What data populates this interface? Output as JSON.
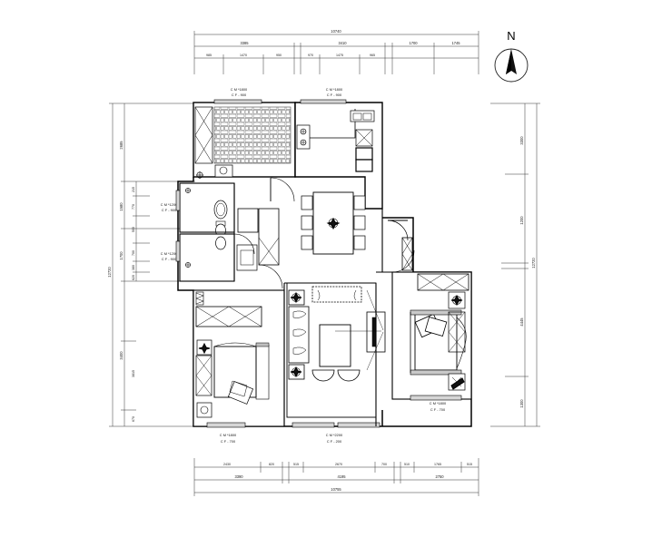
{
  "drawing": {
    "type": "architectural-floor-plan",
    "background": "#ffffff",
    "line_color": "#000000",
    "north_label": "N"
  },
  "dimensions": {
    "top": {
      "overall": "10740",
      "row2": [
        "3385",
        "3410",
        "1700",
        "1745"
      ],
      "row3": [
        "985",
        "1470",
        "950",
        "970",
        "1475",
        "965"
      ]
    },
    "bottom": {
      "overall": "10755",
      "row2": [
        "3390",
        "4195",
        "2750"
      ],
      "row3": [
        "2430",
        "820",
        "515",
        "2670",
        "700",
        "510",
        "1765",
        "515"
      ]
    },
    "left": {
      "overall": "12720",
      "segments": [
        "2685",
        "1580",
        "1700",
        "3400"
      ],
      "sub": [
        "215",
        "770",
        "500",
        "700",
        "380",
        "620",
        "3815",
        "670"
      ]
    },
    "right": {
      "overall": "12720",
      "segments": [
        "3300",
        "1200",
        "4445",
        "1300"
      ]
    }
  },
  "callouts": {
    "top_left": {
      "line1": "C M  *1800",
      "line2": "C F -  900"
    },
    "top_right": {
      "line1": "C M  *1800",
      "line2": "C F -  900"
    },
    "left_upper": {
      "line1": "C M  *1200",
      "line2": "C F -  900"
    },
    "left_lower": {
      "line1": "C M  *1200",
      "line2": "C F -  900"
    },
    "bottom_left": {
      "line1": "C M  *1800",
      "line2": "C F -  700"
    },
    "bottom_mid": {
      "line1": "C M  *2200",
      "line2": "C F -  200"
    },
    "bottom_right": {
      "line1": "C M  *1800",
      "line2": "C F -  700"
    }
  },
  "rooms": [
    {
      "name": "balcony",
      "features": [
        "tile-hatch-floor",
        "planter",
        "washer"
      ]
    },
    {
      "name": "kitchen",
      "features": [
        "counter",
        "sink",
        "stove",
        "refrigerator"
      ]
    },
    {
      "name": "dining-room",
      "features": [
        "dining-table",
        "six-chairs",
        "centerpiece"
      ]
    },
    {
      "name": "bathroom-main",
      "features": [
        "toilet",
        "basin",
        "shower"
      ]
    },
    {
      "name": "bathroom-second",
      "features": [
        "toilet",
        "basin"
      ]
    },
    {
      "name": "living-room",
      "features": [
        "sofa",
        "coffee-table",
        "armchairs",
        "side-tables",
        "tv-unit"
      ]
    },
    {
      "name": "bedroom-master",
      "features": [
        "double-bed",
        "nightstands",
        "lamps",
        "wardrobe"
      ]
    },
    {
      "name": "bedroom-second",
      "features": [
        "double-bed",
        "nightstand",
        "wardrobe"
      ]
    },
    {
      "name": "entry-foyer",
      "features": [
        "entry-door",
        "shoe-cabinet"
      ]
    },
    {
      "name": "hallway",
      "features": [
        "closet"
      ]
    }
  ]
}
